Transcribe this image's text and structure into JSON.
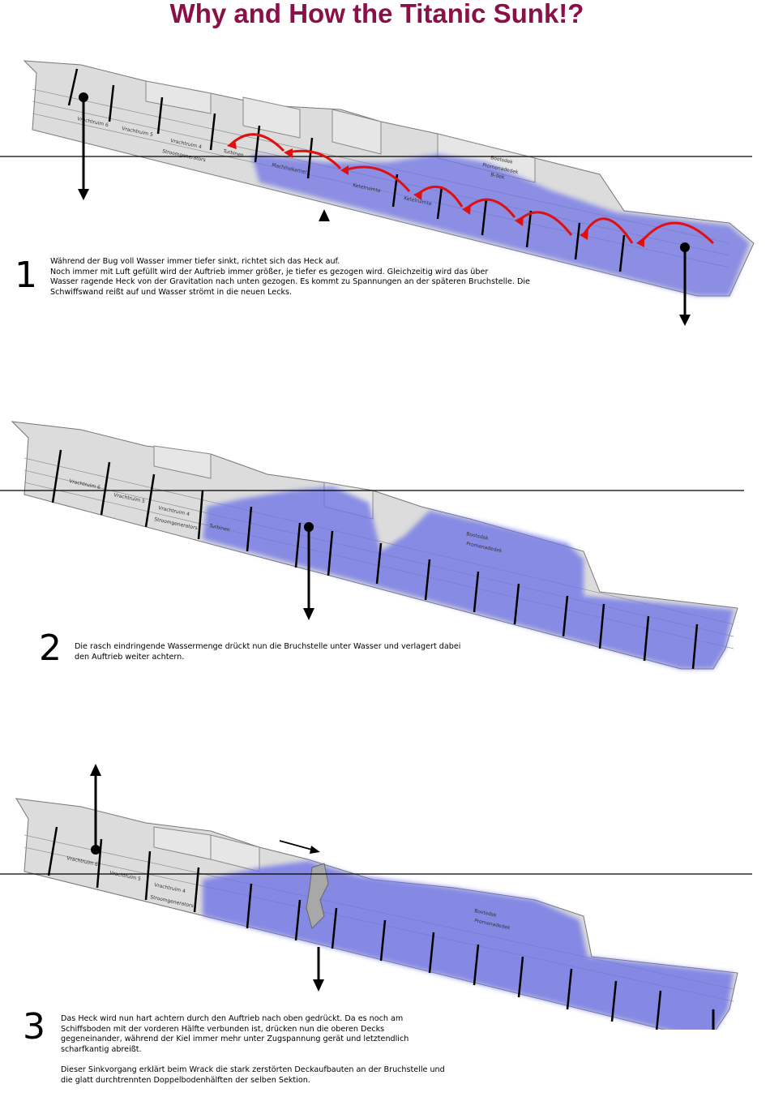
{
  "title": "Why and How the Titanic Sunk!?",
  "stages": [
    {
      "number": "1",
      "text": "Während der Bug voll Wasser immer tiefer sinkt, richtet sich das Heck auf.\nNoch immer mit Luft gefüllt wird der Auftrieb immer größer, je tiefer es gezogen wird. Gleichzeitig wird das über\nWasser ragende Heck von der Gravitation nach unten gezogen. Es kommt zu Spannungen an der späteren Bruchstelle. Die\nSchwiffswand reißt auf und Wasser strömt in die neuen Lecks.",
      "labels": [
        "Vrachtruim 6",
        "Vrachtruim 5",
        "Vrachtruim 4",
        "Stroomgenerators",
        "Turbinen",
        "Machinekamer",
        "Ketelruimte",
        "Ketelruimte",
        "Bootsdek",
        "Promenadedek",
        "B-dek"
      ]
    },
    {
      "number": "2",
      "text": "Die rasch eindringende Wassermenge drückt nun die Bruchstelle unter Wasser und verlagert dabei\nden Auftrieb weiter achtern.",
      "labels": [
        "Vrachtruim 6",
        "Vrachtruim 5",
        "Vrachtruim 4",
        "Stroomgenerators",
        "Turbinen",
        "Bootsdek",
        "Promenadedek"
      ]
    },
    {
      "number": "3",
      "text": "Das Heck wird nun hart  achtern durch den Auftrieb nach oben gedrückt. Da es noch am\nSchiffsboden mit der vorderen Hälfte verbunden ist, drücken nun die oberen Decks\ngegeneinander, während der Kiel immer mehr unter Zugspannung gerät und letztendlich\nscharfkantig abreißt.\n\nDieser Sinkvorgang erklärt beim Wrack die stark zerstörten Deckaufbauten an der Bruchstelle und\ndie glatt durchtrennten Doppelbodenhälften der selben Sektion.",
      "labels": [
        "Vrachtruim 6",
        "Vrachtruim 5",
        "Vrachtruim 4",
        "Stroomgenerators",
        "Bootsdek",
        "Promenadedek"
      ]
    }
  ],
  "colors": {
    "title": "#8a1048",
    "water": "#6f74e6",
    "hull": "#dcdcdc",
    "arrow_red": "#e01010"
  }
}
